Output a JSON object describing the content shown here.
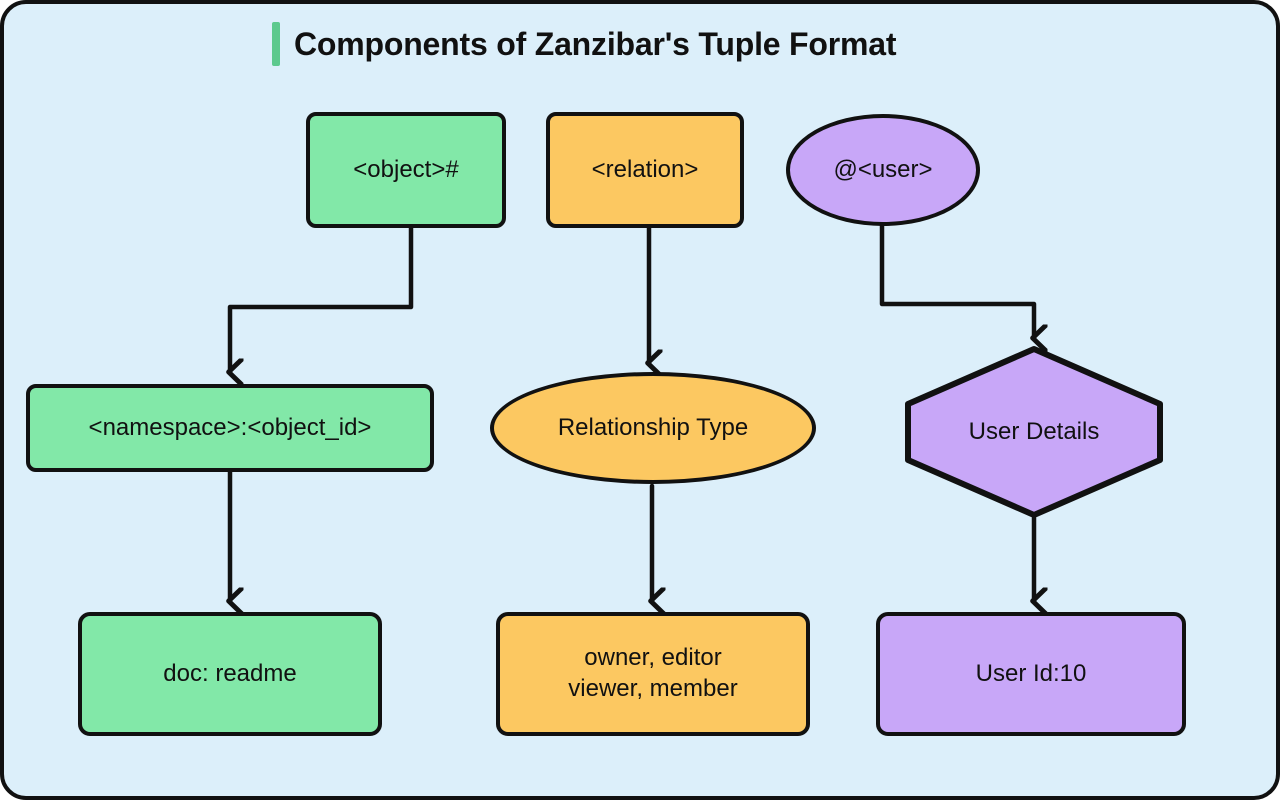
{
  "page": {
    "title": "Components of Zanzibar's Tuple Format",
    "background_color": "#DCEFFA",
    "border_color": "#111111",
    "accent_color": "#5CC98D"
  },
  "palette": {
    "green": "#82E8A8",
    "orange": "#FCC861",
    "purple": "#C8A7F8",
    "stroke": "#111111"
  },
  "diagram": {
    "type": "flowchart",
    "columns": [
      {
        "key": "object",
        "color": "#82E8A8",
        "top": "<object>#",
        "middle": "<namespace>:<object_id>",
        "bottom": "doc: readme"
      },
      {
        "key": "relation",
        "color": "#FCC861",
        "top": "<relation>",
        "middle": "Relationship Type",
        "bottom_line1": "owner, editor",
        "bottom_line2": "viewer, member"
      },
      {
        "key": "user",
        "color": "#C8A7F8",
        "top": "@<user>",
        "middle": "User Details",
        "bottom": "User Id:10"
      }
    ]
  }
}
